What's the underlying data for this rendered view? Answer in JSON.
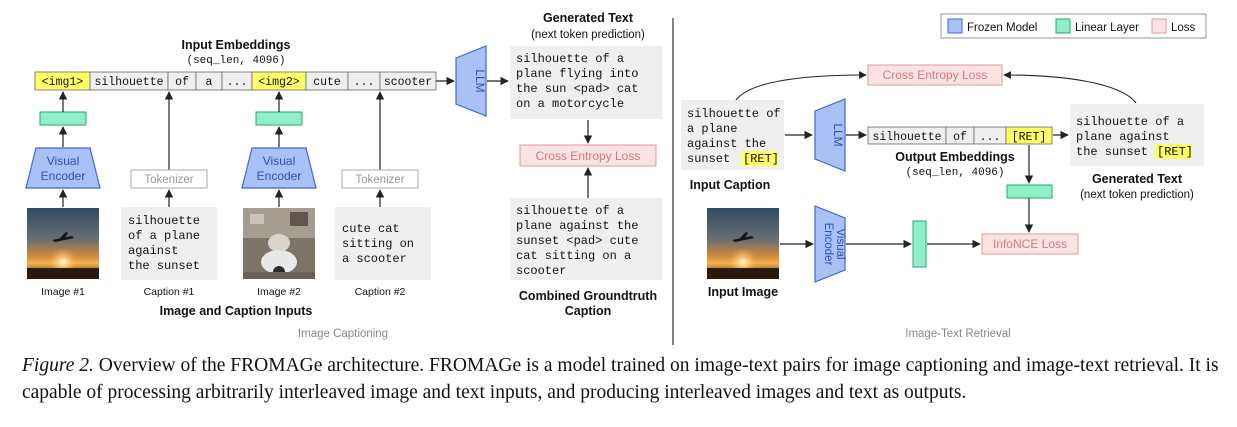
{
  "colors": {
    "frozen_fill": "#a9c1f5",
    "frozen_stroke": "#3f66d6",
    "linear_fill": "#8ff0c8",
    "linear_stroke": "#2aa877",
    "loss_fill": "#fae3e3",
    "loss_stroke": "#e49a9a",
    "loss_text": "#d97777",
    "highlight": "#ffff66",
    "textbox": "#efefef",
    "arrow": "#222222"
  },
  "legend": {
    "frozen": "Frozen Model",
    "linear": "Linear Layer",
    "loss": "Loss"
  },
  "captioning": {
    "section_label": "Image Captioning",
    "embeddings_title": "Input Embeddings",
    "embeddings_shape": "(seq_len, 4096)",
    "tokens": [
      "<img1>",
      "silhouette",
      "of",
      "a",
      "...",
      "<img2>",
      "cute",
      "...",
      "scooter"
    ],
    "visual_encoder_1": [
      "Visual",
      "Encoder"
    ],
    "visual_encoder_2": [
      "Visual",
      "Encoder"
    ],
    "tokenizer_1": "Tokenizer",
    "tokenizer_2": "Tokenizer",
    "image_1_label": "Image #1",
    "caption_1_label": "Caption #1",
    "image_2_label": "Image #2",
    "caption_2_label": "Caption #2",
    "caption_1_text": [
      "silhouette",
      "of a plane",
      "against",
      "the sunset"
    ],
    "caption_2_text": [
      "cute cat",
      "sitting on",
      "a scooter"
    ],
    "inputs_title": "Image and Caption Inputs",
    "llm": "LLM",
    "generated_title": "Generated Text",
    "generated_subtitle": "(next token prediction)",
    "generated_text": [
      "silhouette of a",
      "plane flying into",
      "the sun <pad> cat",
      "on a motorcycle"
    ],
    "loss": "Cross Entropy Loss",
    "groundtruth_text": [
      "silhouette of a",
      "plane against the",
      "sunset <pad> cute",
      "cat sitting on a",
      "scooter"
    ],
    "groundtruth_title": [
      "Combined Groundtruth",
      "Caption"
    ]
  },
  "retrieval": {
    "section_label": "Image-Text Retrieval",
    "input_caption_text": [
      "silhouette of",
      "a plane",
      "against the",
      "sunset "
    ],
    "ret_token": "[RET]",
    "input_caption_label": "Input Caption",
    "llm": "LLM",
    "tokens": [
      "silhouette",
      "of",
      "...",
      "[RET]"
    ],
    "output_title": "Output Embeddings",
    "output_shape": "(seq_len, 4096)",
    "ce_loss": "Cross Entropy Loss",
    "generated_text": [
      "silhouette of a",
      "plane against",
      "the sunset "
    ],
    "generated_title": "Generated Text",
    "generated_subtitle": "(next token prediction)",
    "visual_encoder": [
      "Visual",
      "Encoder"
    ],
    "infonce": "InfoNCE Loss",
    "input_image_label": "Input Image"
  },
  "figure_caption": {
    "label": "Figure 2.",
    "text": " Overview of the FROMAGe architecture. FROMAGe is a model trained on image-text pairs for image captioning and image-text retrieval. It is capable of processing arbitrarily interleaved image and text inputs, and producing interleaved images and text as outputs."
  }
}
